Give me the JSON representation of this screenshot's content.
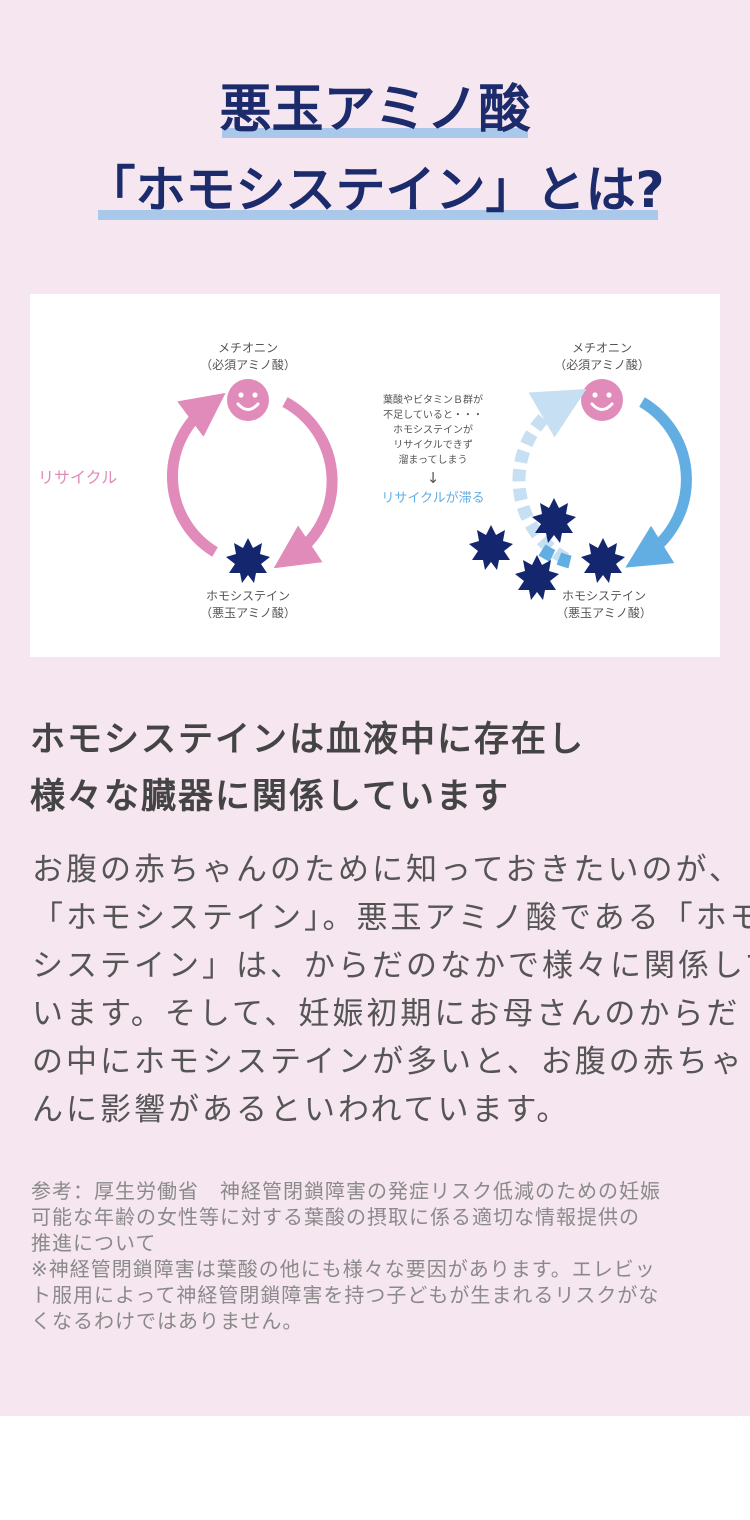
{
  "title": {
    "line1": "悪玉アミノ酸",
    "line2": "「ホモシステイン」とは?"
  },
  "diagram": {
    "left": {
      "top_label_1": "メチオニン",
      "top_label_2": "（必須アミノ酸）",
      "side_label": "リサイクル",
      "bottom_label_1": "ホモシステイン",
      "bottom_label_2": "（悪玉アミノ酸）"
    },
    "right": {
      "top_label_1": "メチオニン",
      "top_label_2": "（必須アミノ酸）",
      "note_lines": [
        "葉酸やビタミンＢ群が",
        "不足していると・・・",
        "ホモシステインが",
        "リサイクルできず",
        "溜まってしまう"
      ],
      "note_arrow": "↓",
      "note_result": "リサイクルが滞る",
      "bottom_label_1": "ホモシステイン",
      "bottom_label_2": "（悪玉アミノ酸）"
    },
    "colors": {
      "pink": "#e08bb9",
      "blue": "#62aee3",
      "light_blue": "#c6dff3",
      "navy": "#13266e"
    },
    "icons": [
      "smiley-face-icon",
      "spiky-ball-icon",
      "circular-arrow-icon",
      "dashed-arrow-icon"
    ]
  },
  "heading": {
    "line1": "ホモシステインは血液中に存在し",
    "line2": "様々な臓器に関係しています"
  },
  "body": {
    "lines": [
      "お腹の赤ちゃんのために知っておきたいのが、",
      "「ホモシステイン」。悪玉アミノ酸である「ホモ",
      "システイン」は、からだのなかで様々に関係して",
      "います。そして、妊娠初期にお母さんのからだ",
      "の中にホモシステインが多いと、お腹の赤ちゃ",
      "んに影響があるといわれています。"
    ]
  },
  "reference": {
    "lines": [
      "参考：厚生労働省　神経管閉鎖障害の発症リスク低減のための妊娠",
      "可能な年齢の女性等に対する葉酸の摂取に係る適切な情報提供の",
      "推進について",
      "※神経管閉鎖障害は葉酸の他にも様々な要因があります。エレビッ",
      "ト服用によって神経管閉鎖障害を持つ子どもが生まれるリスクがな",
      "くなるわけではありません。"
    ]
  }
}
